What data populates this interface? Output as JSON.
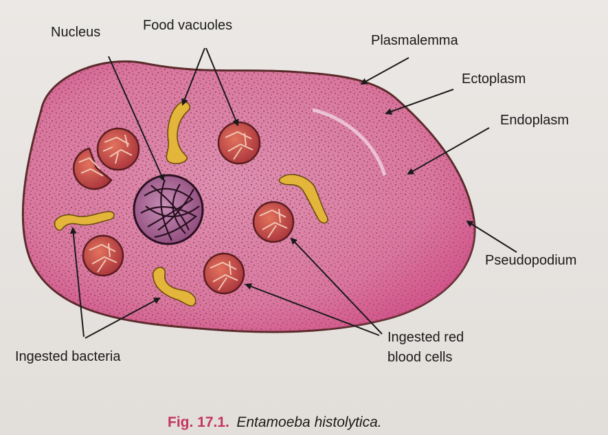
{
  "labels": {
    "nucleus": "Nucleus",
    "food_vacuoles": "Food vacuoles",
    "plasmalemma": "Plasmalemma",
    "ectoplasm": "Ectoplasm",
    "endoplasm": "Endoplasm",
    "pseudopodium": "Pseudopodium",
    "ingested_bacteria": "Ingested bacteria",
    "ingested_rbc_line1": "Ingested red",
    "ingested_rbc_line2": "blood cells"
  },
  "caption": {
    "number": "Fig. 17.1.",
    "title": "Entamoeba histolytica."
  },
  "colors": {
    "cell_fill": "#d9779e",
    "cell_pink_deep": "#cf4f86",
    "outline": "#5a2a2a",
    "stipple": "#8a3b4f",
    "rbc": "#c9474a",
    "bacteria": "#e3b53a",
    "caption_accent": "#c3355a"
  }
}
